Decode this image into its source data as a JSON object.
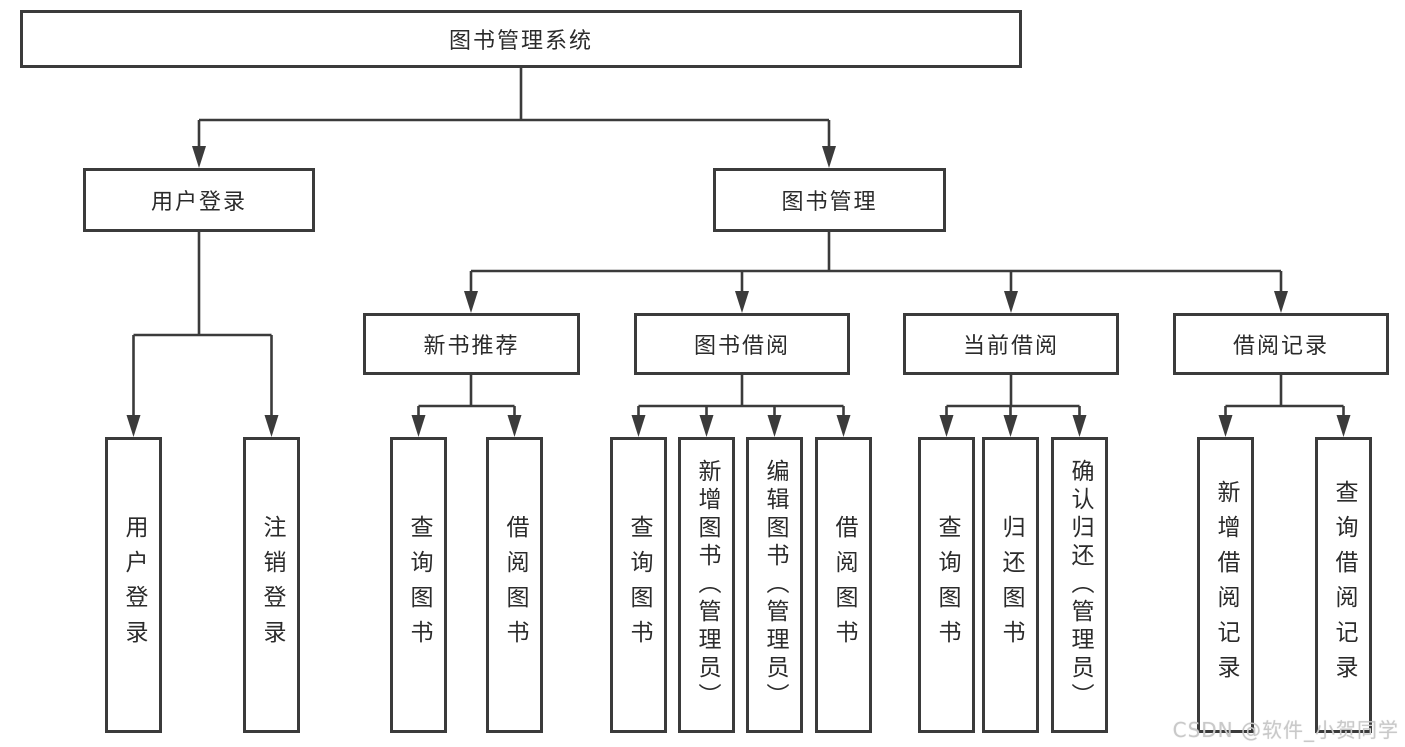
{
  "diagram": {
    "title": "图书管理系统",
    "watermark": "CSDN @软件_小贺同学",
    "colors": {
      "line": "#3b3b3b",
      "box_border": "#3b3b3b",
      "text": "#2b2b2b",
      "watermark": "#c9c9c9",
      "background": "#ffffff"
    },
    "levels": {
      "root": {
        "label": "图书管理系统"
      },
      "level2": [
        {
          "label": "用户登录"
        },
        {
          "label": "图书管理"
        }
      ],
      "level3": [
        {
          "label": "新书推荐"
        },
        {
          "label": "图书借阅"
        },
        {
          "label": "当前借阅"
        },
        {
          "label": "借阅记录"
        }
      ],
      "leaves": {
        "user_login": [
          "用户登录",
          "注销登录"
        ],
        "new_book_recommend": [
          "查询图书",
          "借阅图书"
        ],
        "book_borrow": [
          "查询图书",
          "新增图书（管理员）",
          "编辑图书（管理员）",
          "借阅图书"
        ],
        "current_borrow": [
          "查询图书",
          "归还图书",
          "确认归还（管理员）"
        ],
        "borrow_records": [
          "新增借阅记录",
          "查询借阅记录"
        ]
      }
    },
    "tree": {
      "root": "图书管理系统",
      "children": [
        {
          "label": "用户登录",
          "children": [
            "用户登录",
            "注销登录"
          ]
        },
        {
          "label": "图书管理",
          "children": [
            {
              "label": "新书推荐",
              "children": [
                "查询图书",
                "借阅图书"
              ]
            },
            {
              "label": "图书借阅",
              "children": [
                "查询图书",
                "新增图书（管理员）",
                "编辑图书（管理员）",
                "借阅图书"
              ]
            },
            {
              "label": "当前借阅",
              "children": [
                "查询图书",
                "归还图书",
                "确认归还（管理员）"
              ]
            },
            {
              "label": "借阅记录",
              "children": [
                "新增借阅记录",
                "查询借阅记录"
              ]
            }
          ]
        }
      ]
    }
  }
}
